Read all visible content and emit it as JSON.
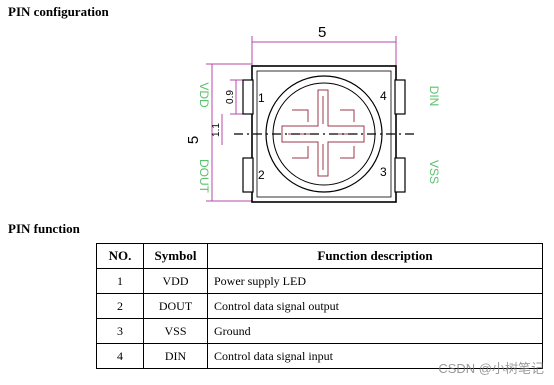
{
  "headings": {
    "pin_configuration": "PIN  configuration",
    "pin_function": "PIN function"
  },
  "diagram": {
    "dim_width": "5",
    "dim_height": "5",
    "dim_pad_len": "0.9",
    "dim_pad_offset": "1.1",
    "pin_numbers": [
      "1",
      "2",
      "3",
      "4"
    ],
    "pin_names": {
      "vdd": "VDD",
      "dout": "DOUT",
      "din": "DIN",
      "vss": "VSS"
    },
    "colors": {
      "outline": "#b54aa8",
      "label": "#5dc26e",
      "body": "#000000",
      "center_line": "#000000"
    }
  },
  "table": {
    "headers": [
      "NO.",
      "Symbol",
      "Function description"
    ],
    "rows": [
      [
        "1",
        "VDD",
        "Power supply LED"
      ],
      [
        "2",
        "DOUT",
        "Control data signal output"
      ],
      [
        "3",
        "VSS",
        "Ground"
      ],
      [
        "4",
        "DIN",
        "Control data signal input"
      ]
    ]
  },
  "watermark": "CSDN @小树笔记"
}
